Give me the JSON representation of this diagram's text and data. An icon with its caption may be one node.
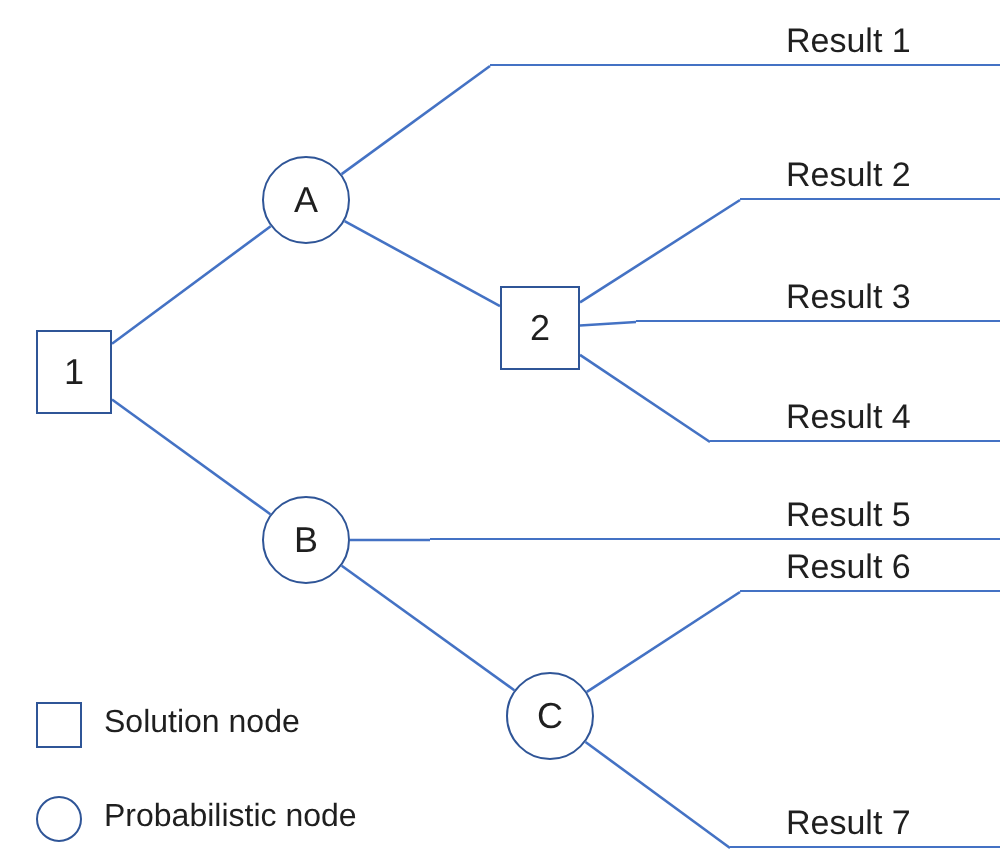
{
  "diagram": {
    "nodes": [
      {
        "text": [
          "1"
        ]
      },
      {
        "text": [
          "A"
        ]
      },
      {
        "text": [
          "Result 1"
        ]
      },
      {
        "text": [
          "2"
        ]
      },
      {
        "text": [
          "Result 2"
        ]
      },
      {
        "text": [
          "Result 3"
        ]
      },
      {
        "text": [
          "Result 4"
        ]
      },
      {
        "text": [
          "B"
        ]
      },
      {
        "text": [
          "Result 5"
        ]
      },
      {
        "text": [
          "C"
        ]
      },
      {
        "text": [
          "Result 6"
        ]
      },
      {
        "text": [
          "Result 7"
        ]
      }
    ],
    "edges": [
      {
        "from": 0,
        "to": 1,
        "arrow": "none"
      },
      {
        "from": 0,
        "to": 7,
        "arrow": "none"
      },
      {
        "from": 1,
        "to": 2,
        "arrow": "none"
      },
      {
        "from": 1,
        "to": 3,
        "arrow": "none"
      },
      {
        "from": 3,
        "to": 4,
        "arrow": "none"
      },
      {
        "from": 3,
        "to": 5,
        "arrow": "none"
      },
      {
        "from": 3,
        "to": 6,
        "arrow": "none"
      },
      {
        "from": 7,
        "to": 8,
        "arrow": "none"
      },
      {
        "from": 7,
        "to": 9,
        "arrow": "none"
      },
      {
        "from": 9,
        "to": 10,
        "arrow": "none"
      },
      {
        "from": 9,
        "to": 11,
        "arrow": "none"
      }
    ],
    "legend": [
      {
        "text": "Solution node"
      },
      {
        "text": "Probabilistic node"
      }
    ]
  }
}
